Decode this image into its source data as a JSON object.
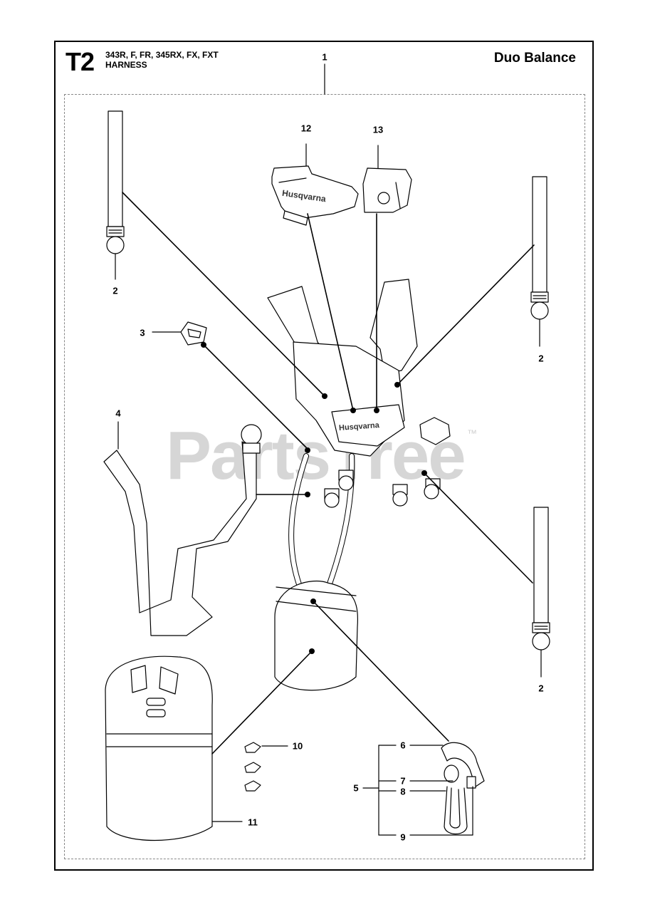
{
  "header": {
    "page_code": "T2",
    "models": "343R, F, FR, 345RX, FX, FXT",
    "subtitle": "HARNESS",
    "section_title": "Duo Balance"
  },
  "watermark": {
    "text": "PartsTree",
    "trademark": "™"
  },
  "brand": {
    "logo_text": "Husqvarna"
  },
  "callouts": [
    {
      "id": "c1",
      "label": "1"
    },
    {
      "id": "c2a",
      "label": "2"
    },
    {
      "id": "c2b",
      "label": "2"
    },
    {
      "id": "c2c",
      "label": "2"
    },
    {
      "id": "c3",
      "label": "3"
    },
    {
      "id": "c4",
      "label": "4"
    },
    {
      "id": "c5",
      "label": "5"
    },
    {
      "id": "c6",
      "label": "6"
    },
    {
      "id": "c7",
      "label": "7"
    },
    {
      "id": "c8",
      "label": "8"
    },
    {
      "id": "c9",
      "label": "9"
    },
    {
      "id": "c10",
      "label": "10"
    },
    {
      "id": "c11",
      "label": "11"
    },
    {
      "id": "c12",
      "label": "12"
    },
    {
      "id": "c13",
      "label": "13"
    }
  ],
  "colors": {
    "line": "#000000",
    "watermark": "#d6d6d6",
    "part_fill": "#ffffff"
  }
}
